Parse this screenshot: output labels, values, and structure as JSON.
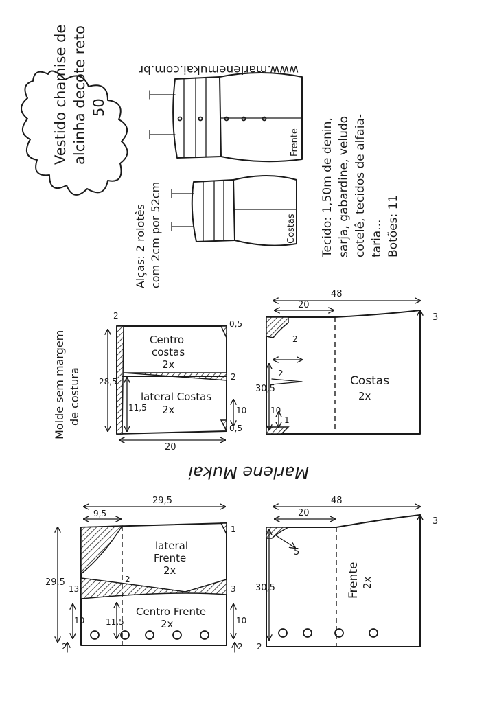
{
  "title_block": {
    "line1": "Vestido chamise de",
    "line2": "alcinha decote reto",
    "line3": "50"
  },
  "website": "www.marlenemukai.com.br",
  "sketch_labels": {
    "front": "Frente",
    "back": "Costas"
  },
  "fabric_notes": {
    "line1": "Tecido: 1,50m de denin,",
    "line2": "sarja, gabardine, veludo",
    "line3": "cotelê, tecidos de alfaia-",
    "line4": "taria...",
    "line5": "Botões: 11"
  },
  "straps_note": {
    "line1": "Alças: 2 rolotês",
    "line2": "com 2cm por 52cm"
  },
  "pattern_note": {
    "line1": "Molde sem margem",
    "line2": "de costura"
  },
  "back_bodice": {
    "piece_top_line1": "Centro",
    "piece_top_line2": "costas",
    "piece_top_qty": "2x",
    "piece_bottom_line1": "lateral Costas",
    "piece_bottom_qty": "2x",
    "dims": {
      "d_2_top": "2",
      "d_05_top": "0,5",
      "d_285": "28,5",
      "d_115": "11,5",
      "d_2_mid": "2",
      "d_10": "10",
      "d_05_bottom": "0,5",
      "d_20": "20"
    }
  },
  "back_skirt": {
    "label": "Costas",
    "qty": "2x",
    "dims": {
      "d_48": "48",
      "d_20": "20",
      "d_3": "3",
      "d_2": "2",
      "d_305": "30,5",
      "d_2_dart": "2",
      "d_10": "10",
      "d_1": "1"
    }
  },
  "front_bodice": {
    "piece_top_line1": "lateral",
    "piece_top_line2": "Frente",
    "piece_top_qty": "2x",
    "piece_bottom_line1": "Centro Frente",
    "piece_bottom_qty": "2x",
    "dims": {
      "d_95": "9,5",
      "d_295_top": "29,5",
      "d_295_side": "29,5",
      "d_1": "1",
      "d_13": "13",
      "d_2": "2",
      "d_115": "11,5",
      "d_3": "3",
      "d_10_left": "10",
      "d_10_right": "10",
      "d_2_bottom_left": "2",
      "d_2_bottom_right": "2"
    }
  },
  "front_skirt": {
    "label": "Frente",
    "qty": "2x",
    "dims": {
      "d_48": "48",
      "d_20": "20",
      "d_3": "3",
      "d_5": "5",
      "d_305": "30,5",
      "d_2": "2"
    }
  },
  "signature": "Marlene Mukai"
}
